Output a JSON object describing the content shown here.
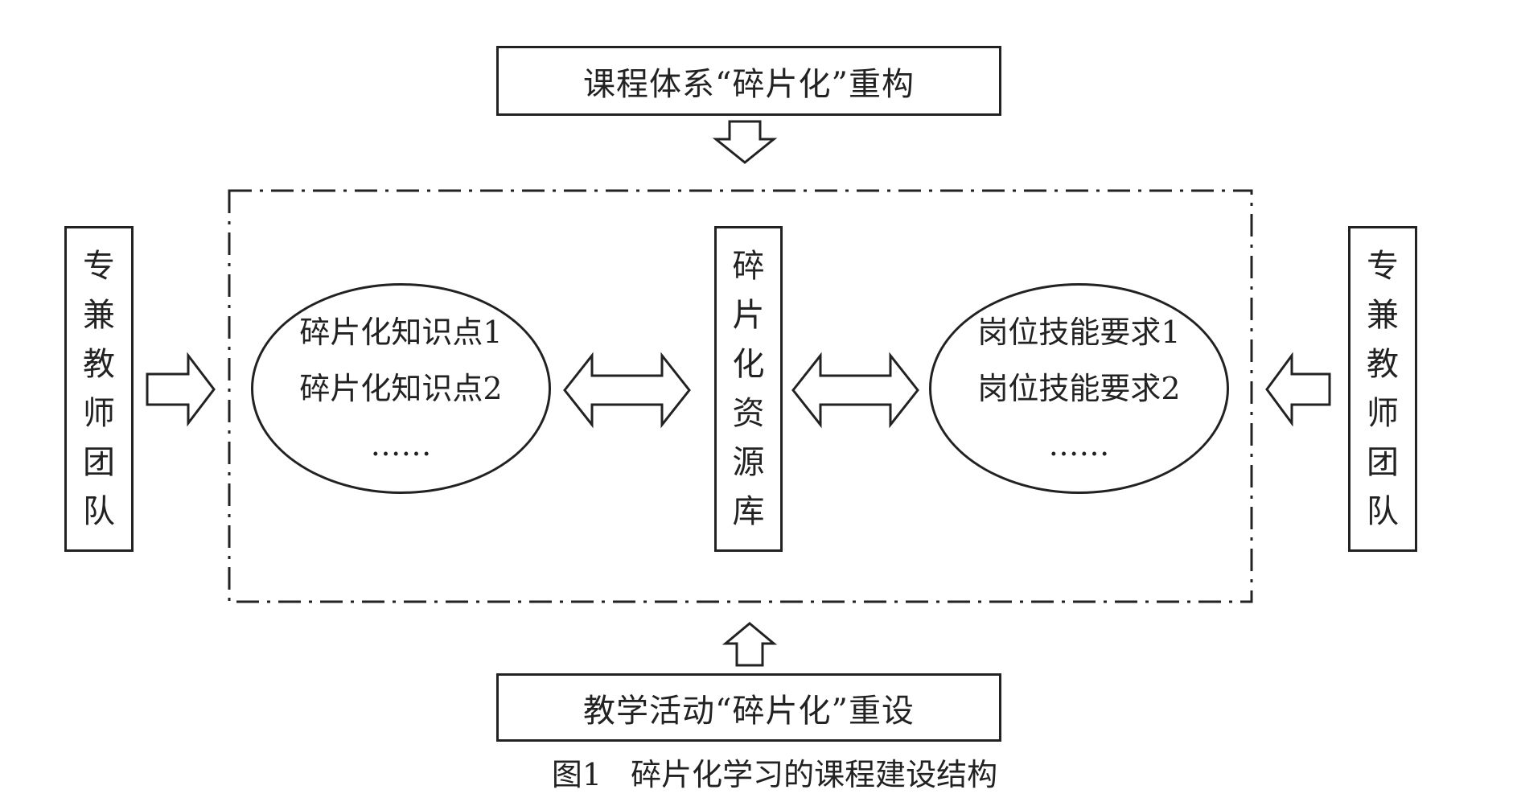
{
  "top_box": {
    "label": "课程体系“碎片化”重构"
  },
  "bottom_box": {
    "label": "教学活动“碎片化”重设"
  },
  "left_team": {
    "chars": [
      "专",
      "兼",
      "教",
      "师",
      "团",
      "队"
    ]
  },
  "right_team": {
    "chars": [
      "专",
      "兼",
      "教",
      "师",
      "团",
      "队"
    ]
  },
  "center_library": {
    "chars": [
      "碎",
      "片",
      "化",
      "资",
      "源",
      "库"
    ]
  },
  "left_ellipse": {
    "lines": [
      "碎片化知识点1",
      "碎片化知识点2",
      "……"
    ]
  },
  "right_ellipse": {
    "lines": [
      "岗位技能要求1",
      "岗位技能要求2",
      "……"
    ]
  },
  "caption": {
    "figure_no": "图1",
    "title": "碎片化学习的课程建设结构"
  }
}
